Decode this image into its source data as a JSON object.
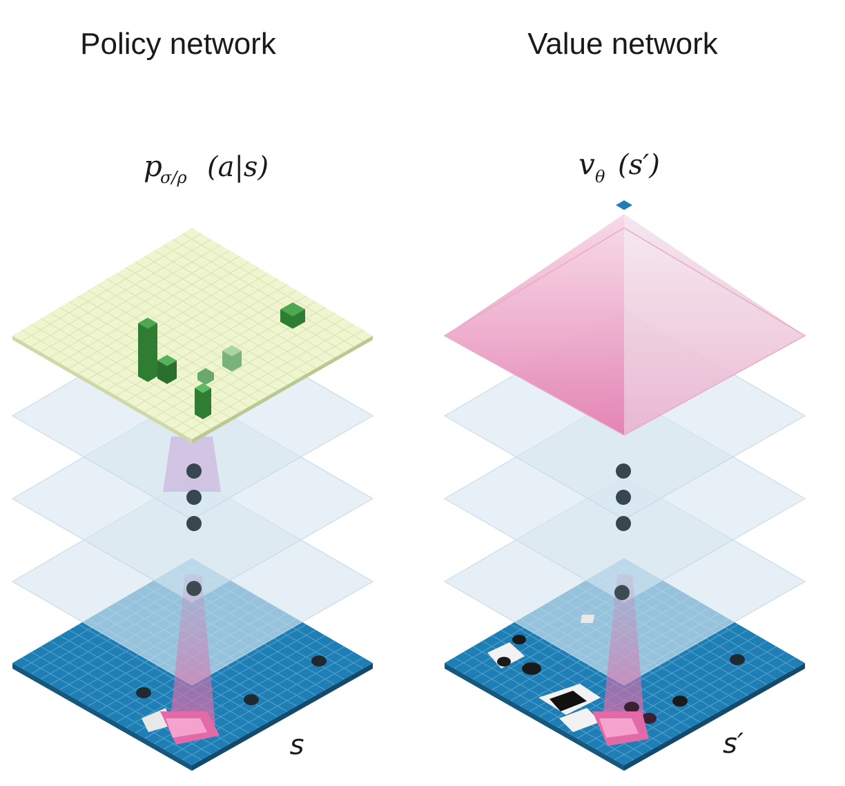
{
  "policy": {
    "title": "Policy network",
    "output_func": "p",
    "output_sub": "σ/ρ",
    "output_args": "(a|s)",
    "input_label": "s"
  },
  "value": {
    "title": "Value network",
    "output_func": "v",
    "output_sub": "θ",
    "output_args": "(s′)",
    "input_label": "s′"
  },
  "colors": {
    "board_blue": "#1f7fb5",
    "policy_output": "#eef5cf",
    "policy_bars": "#2f7d32",
    "value_pyramid": "#e58ab8",
    "hidden_layer": "#d7e6f0",
    "dots": "#37474f",
    "receptive_field": "#e36aa9"
  }
}
